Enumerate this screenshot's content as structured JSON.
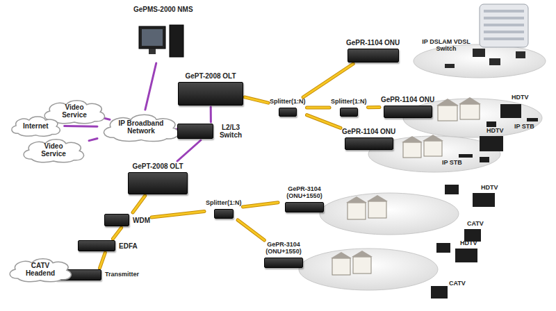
{
  "diagram": {
    "nodes": [
      {
        "text": [
          "Video Service"
        ]
      },
      {
        "text": [
          "Internet"
        ]
      },
      {
        "text": [
          "Video Service"
        ]
      },
      {
        "text": [
          "IP Broadband Network"
        ]
      },
      {
        "text": [
          "GePMS-2000 NMS"
        ]
      },
      {
        "text": [
          "GePT-2008 OLT"
        ]
      },
      {
        "text": [
          "L2/L3 Switch"
        ]
      },
      {
        "text": [
          "Splitter(1:N)"
        ]
      },
      {
        "text": [
          "GePR-1104 ONU"
        ]
      },
      {
        "text": [
          "Splitter(1:N)"
        ]
      },
      {
        "text": [
          "GePR-1104 ONU"
        ]
      },
      {
        "text": [
          "GePR-1104 ONU"
        ]
      },
      {
        "text": [
          "GePT-2008 OLT"
        ]
      },
      {
        "text": [
          "WDM"
        ]
      },
      {
        "text": [
          "Splitter(1:N)"
        ]
      },
      {
        "text": [
          "GePR-3104 (ONU+1550)"
        ]
      },
      {
        "text": [
          "GePR-3104 (ONU+1550)"
        ]
      },
      {
        "text": [
          "EDFA"
        ]
      },
      {
        "text": [
          "Transmitter"
        ]
      },
      {
        "text": [
          "CATV Headend"
        ]
      }
    ],
    "edges": [
      {
        "from": 0,
        "to": 3,
        "arrow": "none"
      },
      {
        "from": 1,
        "to": 3,
        "arrow": "none"
      },
      {
        "from": 2,
        "to": 3,
        "arrow": "none"
      },
      {
        "from": 3,
        "to": 4,
        "arrow": "none"
      },
      {
        "from": 3,
        "to": 6,
        "arrow": "none"
      },
      {
        "from": 6,
        "to": 5,
        "arrow": "none"
      },
      {
        "from": 6,
        "to": 12,
        "arrow": "none"
      },
      {
        "from": 5,
        "to": 7,
        "arrow": "none"
      },
      {
        "from": 7,
        "to": 8,
        "arrow": "none"
      },
      {
        "from": 7,
        "to": 9,
        "arrow": "none"
      },
      {
        "from": 9,
        "to": 10,
        "arrow": "none"
      },
      {
        "from": 7,
        "to": 11,
        "arrow": "none"
      },
      {
        "from": 12,
        "to": 13,
        "arrow": "none"
      },
      {
        "from": 13,
        "to": 14,
        "arrow": "none"
      },
      {
        "from": 14,
        "to": 15,
        "arrow": "none"
      },
      {
        "from": 14,
        "to": 16,
        "arrow": "none"
      },
      {
        "from": 17,
        "to": 13,
        "arrow": "none"
      },
      {
        "from": 18,
        "to": 17,
        "arrow": "none"
      },
      {
        "from": 19,
        "to": 18,
        "arrow": "none"
      }
    ],
    "labels": [
      "IP DSLAM VDSL Switch",
      "HDTV",
      "IP STB",
      "HDTV",
      "IP STB",
      "HDTV",
      "CATV",
      "HDTV",
      "CATV"
    ]
  }
}
